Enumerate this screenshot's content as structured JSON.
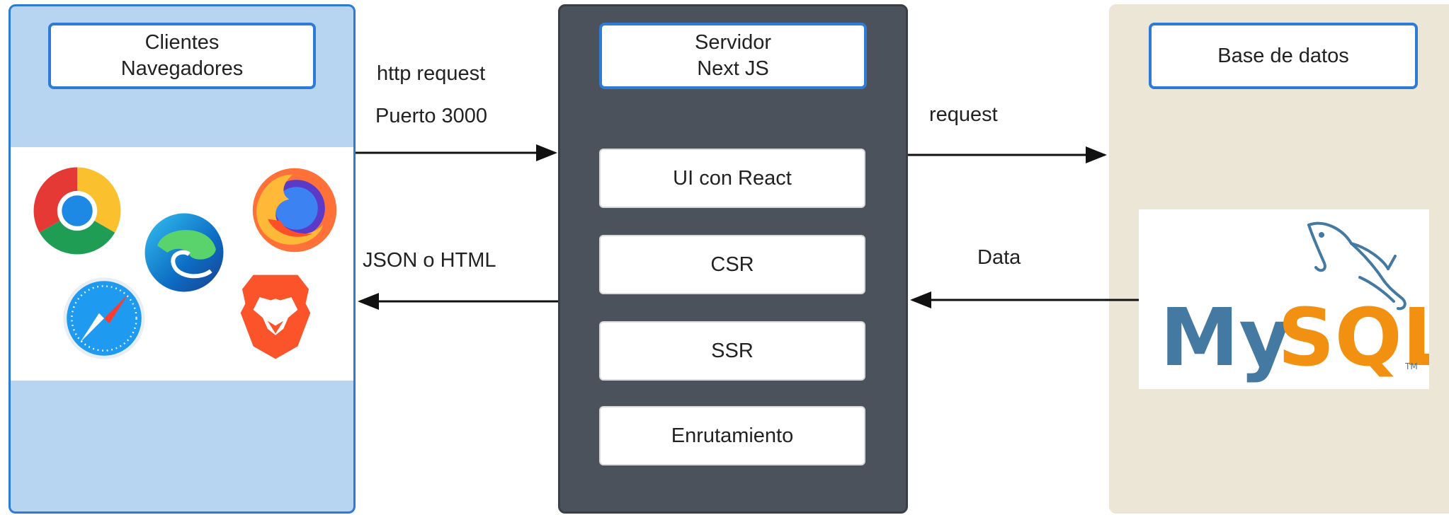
{
  "clients": {
    "title_line1": "Clientes",
    "title_line2": "Navegadores"
  },
  "server": {
    "title_line1": "Servidor",
    "title_line2": "Next JS",
    "modules": [
      "UI con React",
      "CSR",
      "SSR",
      "Enrutamiento"
    ]
  },
  "database": {
    "title": "Base de datos",
    "logo_text_my": "My",
    "logo_text_sql": "SQL",
    "logo_tm": "TM"
  },
  "arrows": {
    "client_to_server_line1": "http request",
    "client_to_server_line2": "Puerto 3000",
    "server_to_client": "JSON o HTML",
    "server_to_db": "request",
    "db_to_server": "Data"
  },
  "icons": [
    "chrome-icon",
    "edge-icon",
    "firefox-icon",
    "safari-icon",
    "brave-icon",
    "mysql-dolphin-icon"
  ],
  "colors": {
    "clients_bg": "#b7d5f0",
    "accent_border": "#2e7bd6",
    "server_bg": "#4c525b",
    "db_bg": "#ebe6d6",
    "mysql_blue": "#4479a1",
    "mysql_orange": "#f29111"
  }
}
